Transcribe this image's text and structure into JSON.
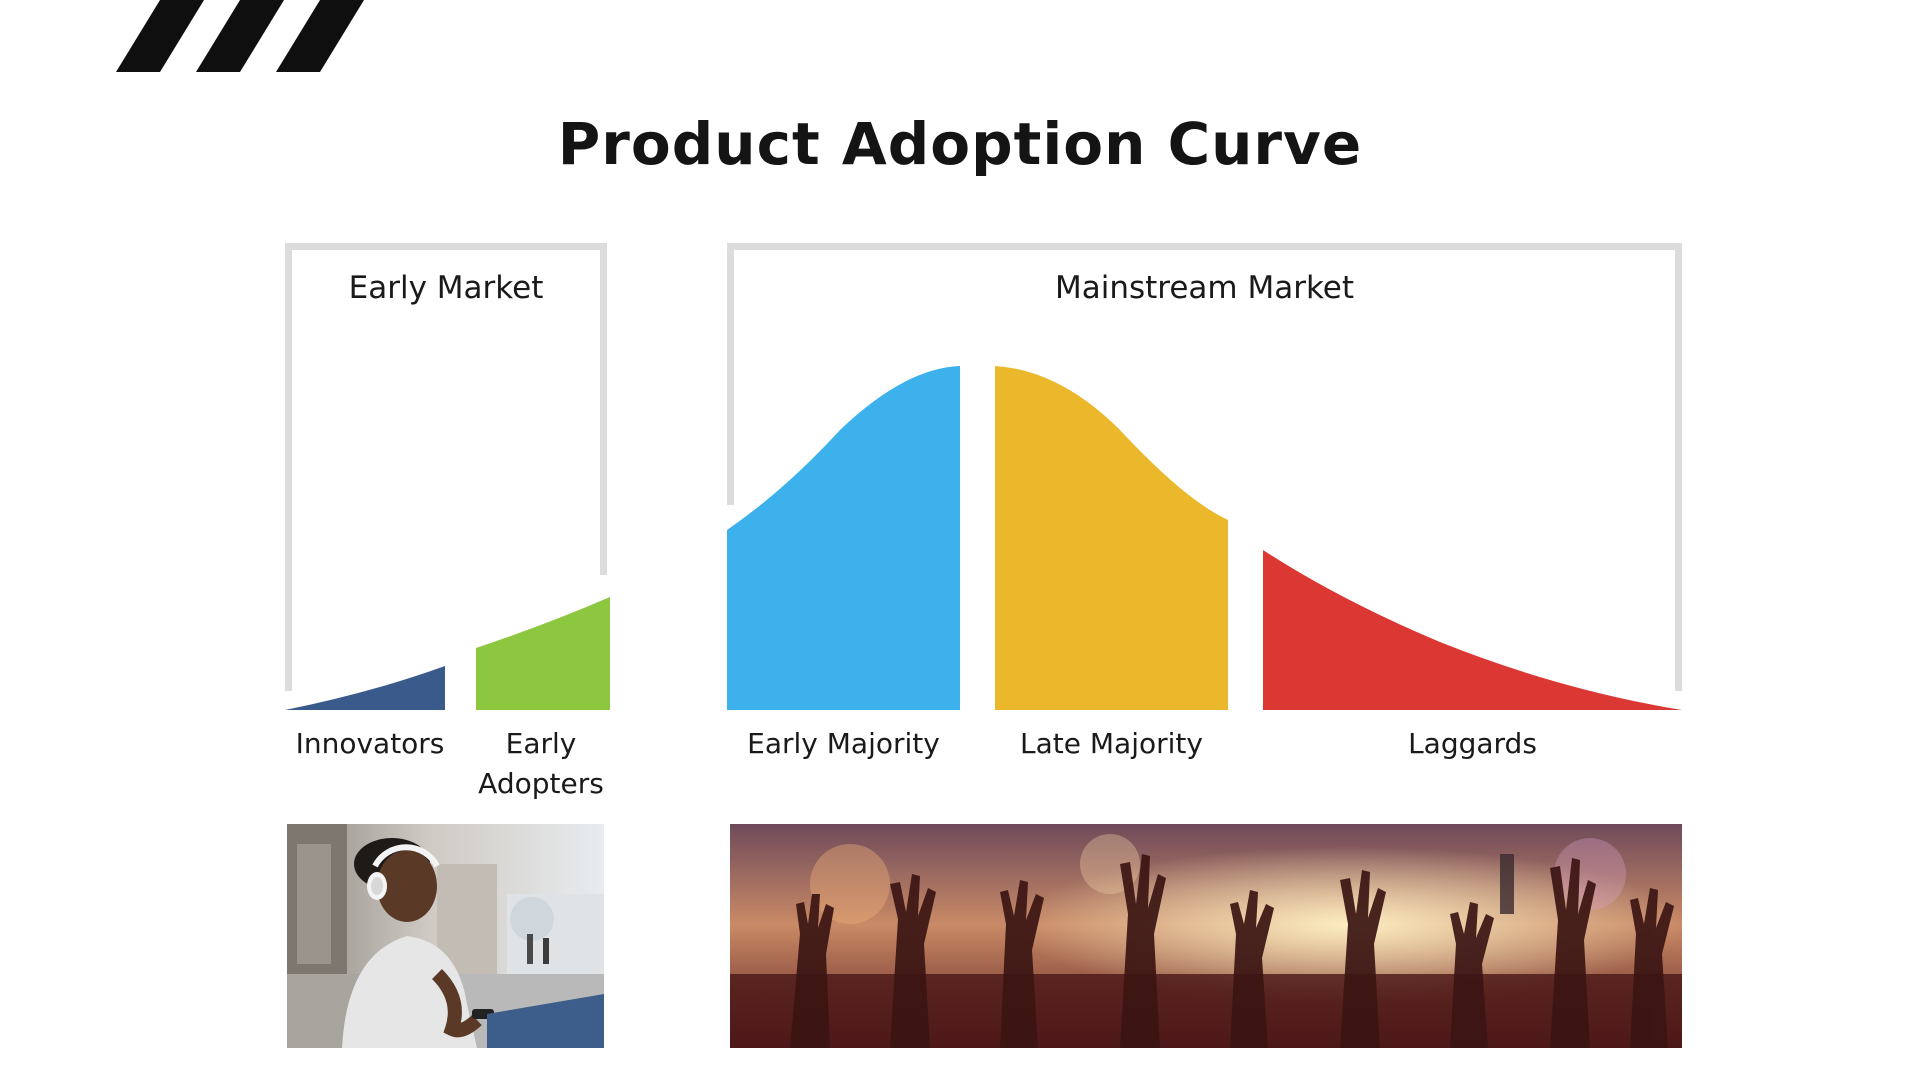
{
  "title": "Product Adoption Curve",
  "markets": [
    {
      "label": "Early Market"
    },
    {
      "label": "Mainstream Market"
    }
  ],
  "segments": [
    {
      "label": "Innovators",
      "color": "#3b5a8c"
    },
    {
      "label": "Early Adopters",
      "color": "#8dc63f"
    },
    {
      "label": "Early Majority",
      "color": "#3cb1ec"
    },
    {
      "label": "Late Majority",
      "color": "#ebb82b"
    },
    {
      "label": "Laggards",
      "color": "#dc3833"
    }
  ],
  "images": [
    {
      "icon": "person-with-headphones-photo"
    },
    {
      "icon": "concert-crowd-hands-photo"
    }
  ]
}
